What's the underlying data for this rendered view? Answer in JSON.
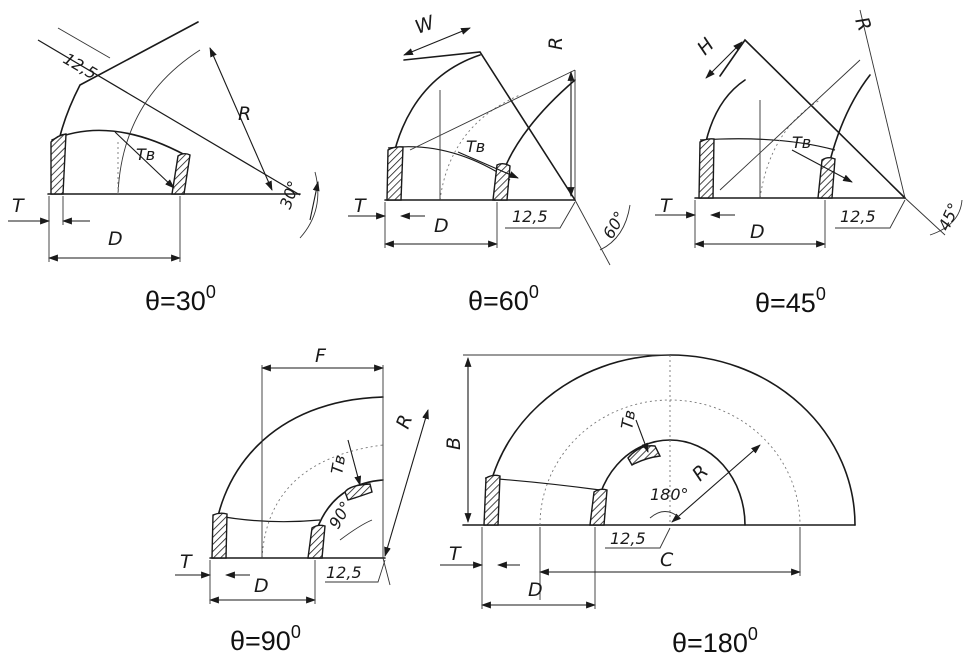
{
  "labels": {
    "thickness": "T",
    "diameter": "D",
    "radius": "R",
    "inner_thickness": "Tв",
    "bevel": "12,5",
    "width_w": "W",
    "height_h": "H",
    "face_f": "F",
    "face_b": "B",
    "center_c": "C"
  },
  "views": [
    {
      "caption": "θ=30",
      "angle": "30°"
    },
    {
      "caption": "θ=60",
      "angle": "60°"
    },
    {
      "caption": "θ=45",
      "angle": "45°"
    },
    {
      "caption": "θ=90",
      "angle": "90°"
    },
    {
      "caption": "θ=180",
      "angle": "180°"
    }
  ],
  "caption_superscript": "0"
}
